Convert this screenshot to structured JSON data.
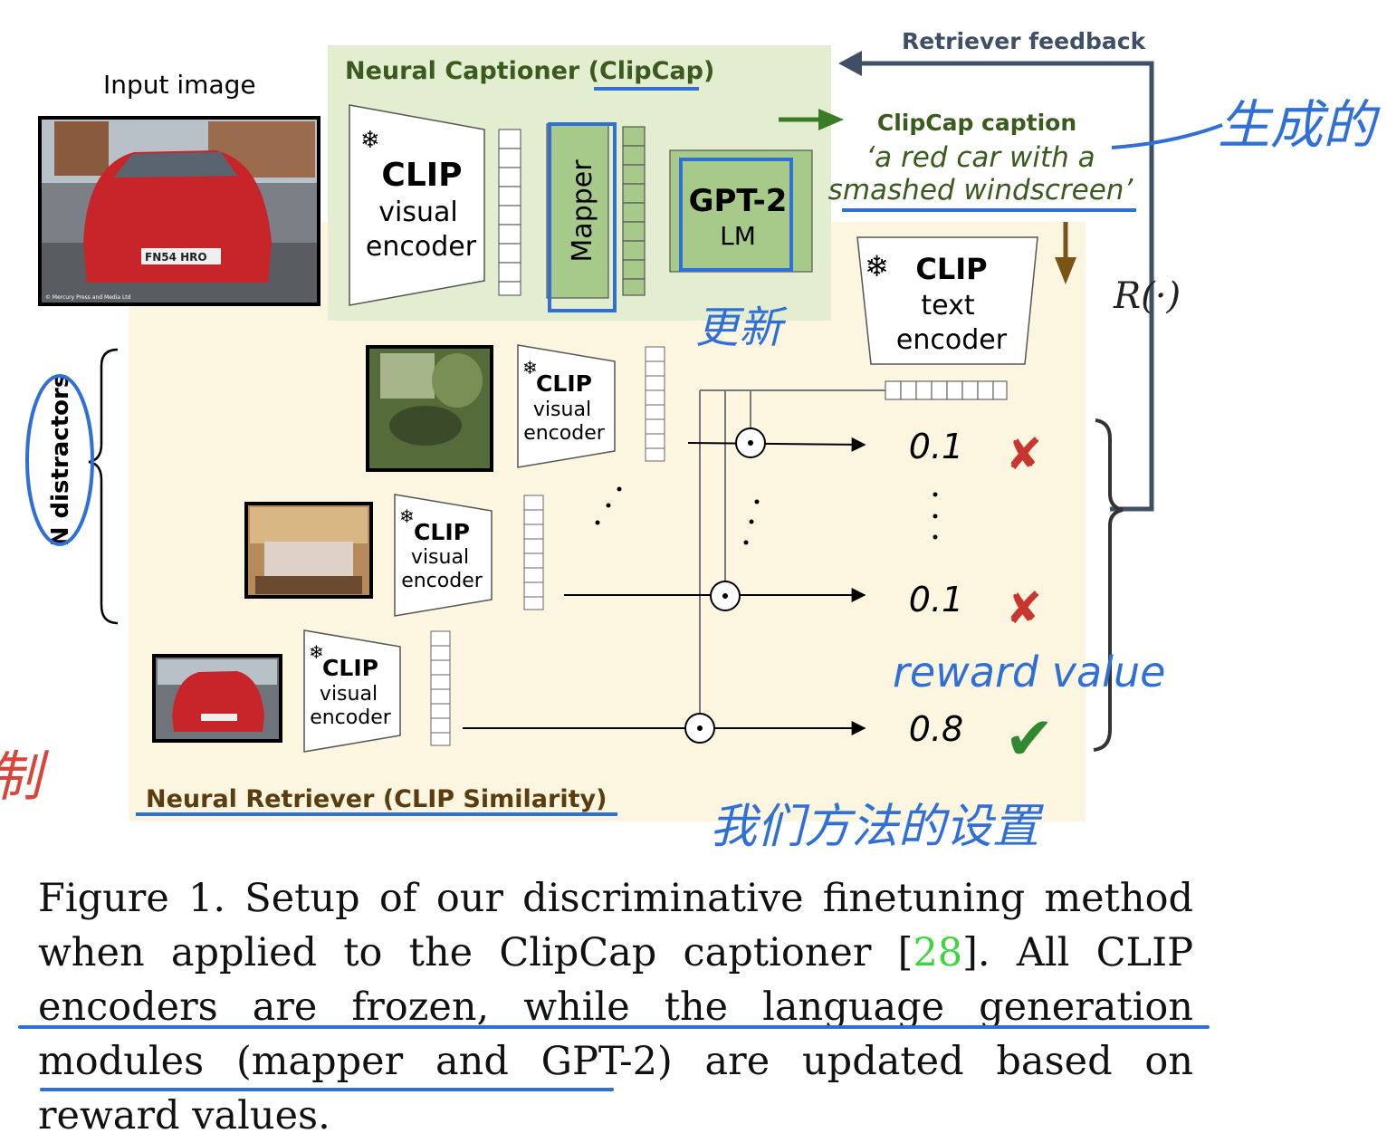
{
  "figure": {
    "input_image_label": "Input image",
    "captioner_title": "Neural Captioner (ClipCap)",
    "retriever_title": "Neural Retriever (CLIP Similarity)",
    "retriever_feedback": "Retriever feedback",
    "reward_fn": "R(·)",
    "caption_heading": "ClipCap caption",
    "caption_line1": "‘a red car with a",
    "caption_line2": "smashed windscreen’",
    "n_distractors": "N distractors",
    "encoder": {
      "clip": "CLIP",
      "visual": "visual",
      "encoder": "encoder",
      "text": "text"
    },
    "mapper": "Mapper",
    "gpt2": "GPT-2",
    "lm": "LM",
    "photo_credit": "© Mercury Press and Media Ltd",
    "plate": "FN54 HRO",
    "scores": [
      "0.1",
      "0.1",
      "0.8"
    ],
    "cross_mark": "✘",
    "check_mark": "✔",
    "snowflake": "❄"
  },
  "handwriting": {
    "generated": "生成的",
    "update": "更新",
    "reward_value": "reward value",
    "our_setup": "我们方法的设置",
    "left_edge": "制"
  },
  "caption": {
    "prefix": "Figure 1. Setup of our discriminative finetuning method when applied to the ClipCap captioner [",
    "citation": "28",
    "suffix": "]. All CLIP encoders are frozen, while the language generation modules (mapper and GPT-2) are updated based on reward values."
  },
  "colors": {
    "captioner_bg": "#e3edcf",
    "retriever_bg": "#fcf6e1",
    "mapper_fill": "#a7c98a",
    "title_green": "#3a5a1e",
    "title_brown": "#5a3c0e",
    "feedback_slate": "#3f5066",
    "annotation_blue": "#2f6fd6",
    "red_cross": "#c8362f",
    "green_check": "#2f8a2f",
    "citation_green": "#3fd43f"
  }
}
